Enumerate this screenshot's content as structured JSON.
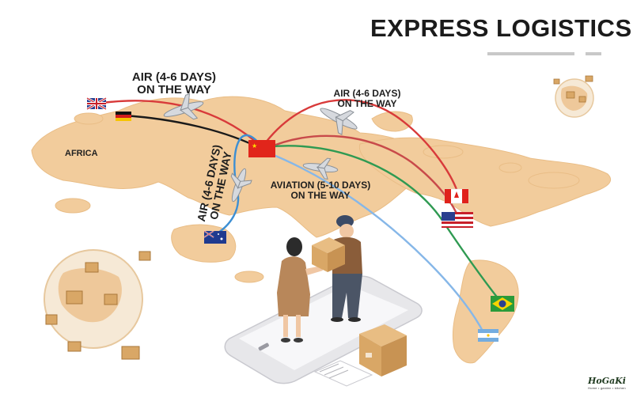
{
  "header": {
    "title": "EXPRESS LOGISTICS"
  },
  "map": {
    "continent_label": "AFRICA"
  },
  "routes": [
    {
      "line1": "AIR (4-6 DAYS)",
      "line2": "ON THE WAY"
    },
    {
      "line1": "AIR (4-6 DAYS)",
      "line2": "ON THE WAY"
    },
    {
      "line1": "AVIATION (5-10 DAYS)",
      "line2": "ON THE WAY"
    },
    {
      "line1": "AIR (4-6 DAYS)",
      "line2": "ON THE WAY"
    }
  ],
  "brand": {
    "name": "HoGaKi",
    "tagline": "Home • garden • kitchen"
  },
  "colors": {
    "map_land": "#f2cc9c",
    "route_red": "#d83a3a",
    "route_black": "#1a1a1a",
    "route_blue": "#3d8fd3",
    "route_green": "#2f9a52",
    "route_light_blue": "#86b7e8",
    "box": "#d9a766"
  }
}
